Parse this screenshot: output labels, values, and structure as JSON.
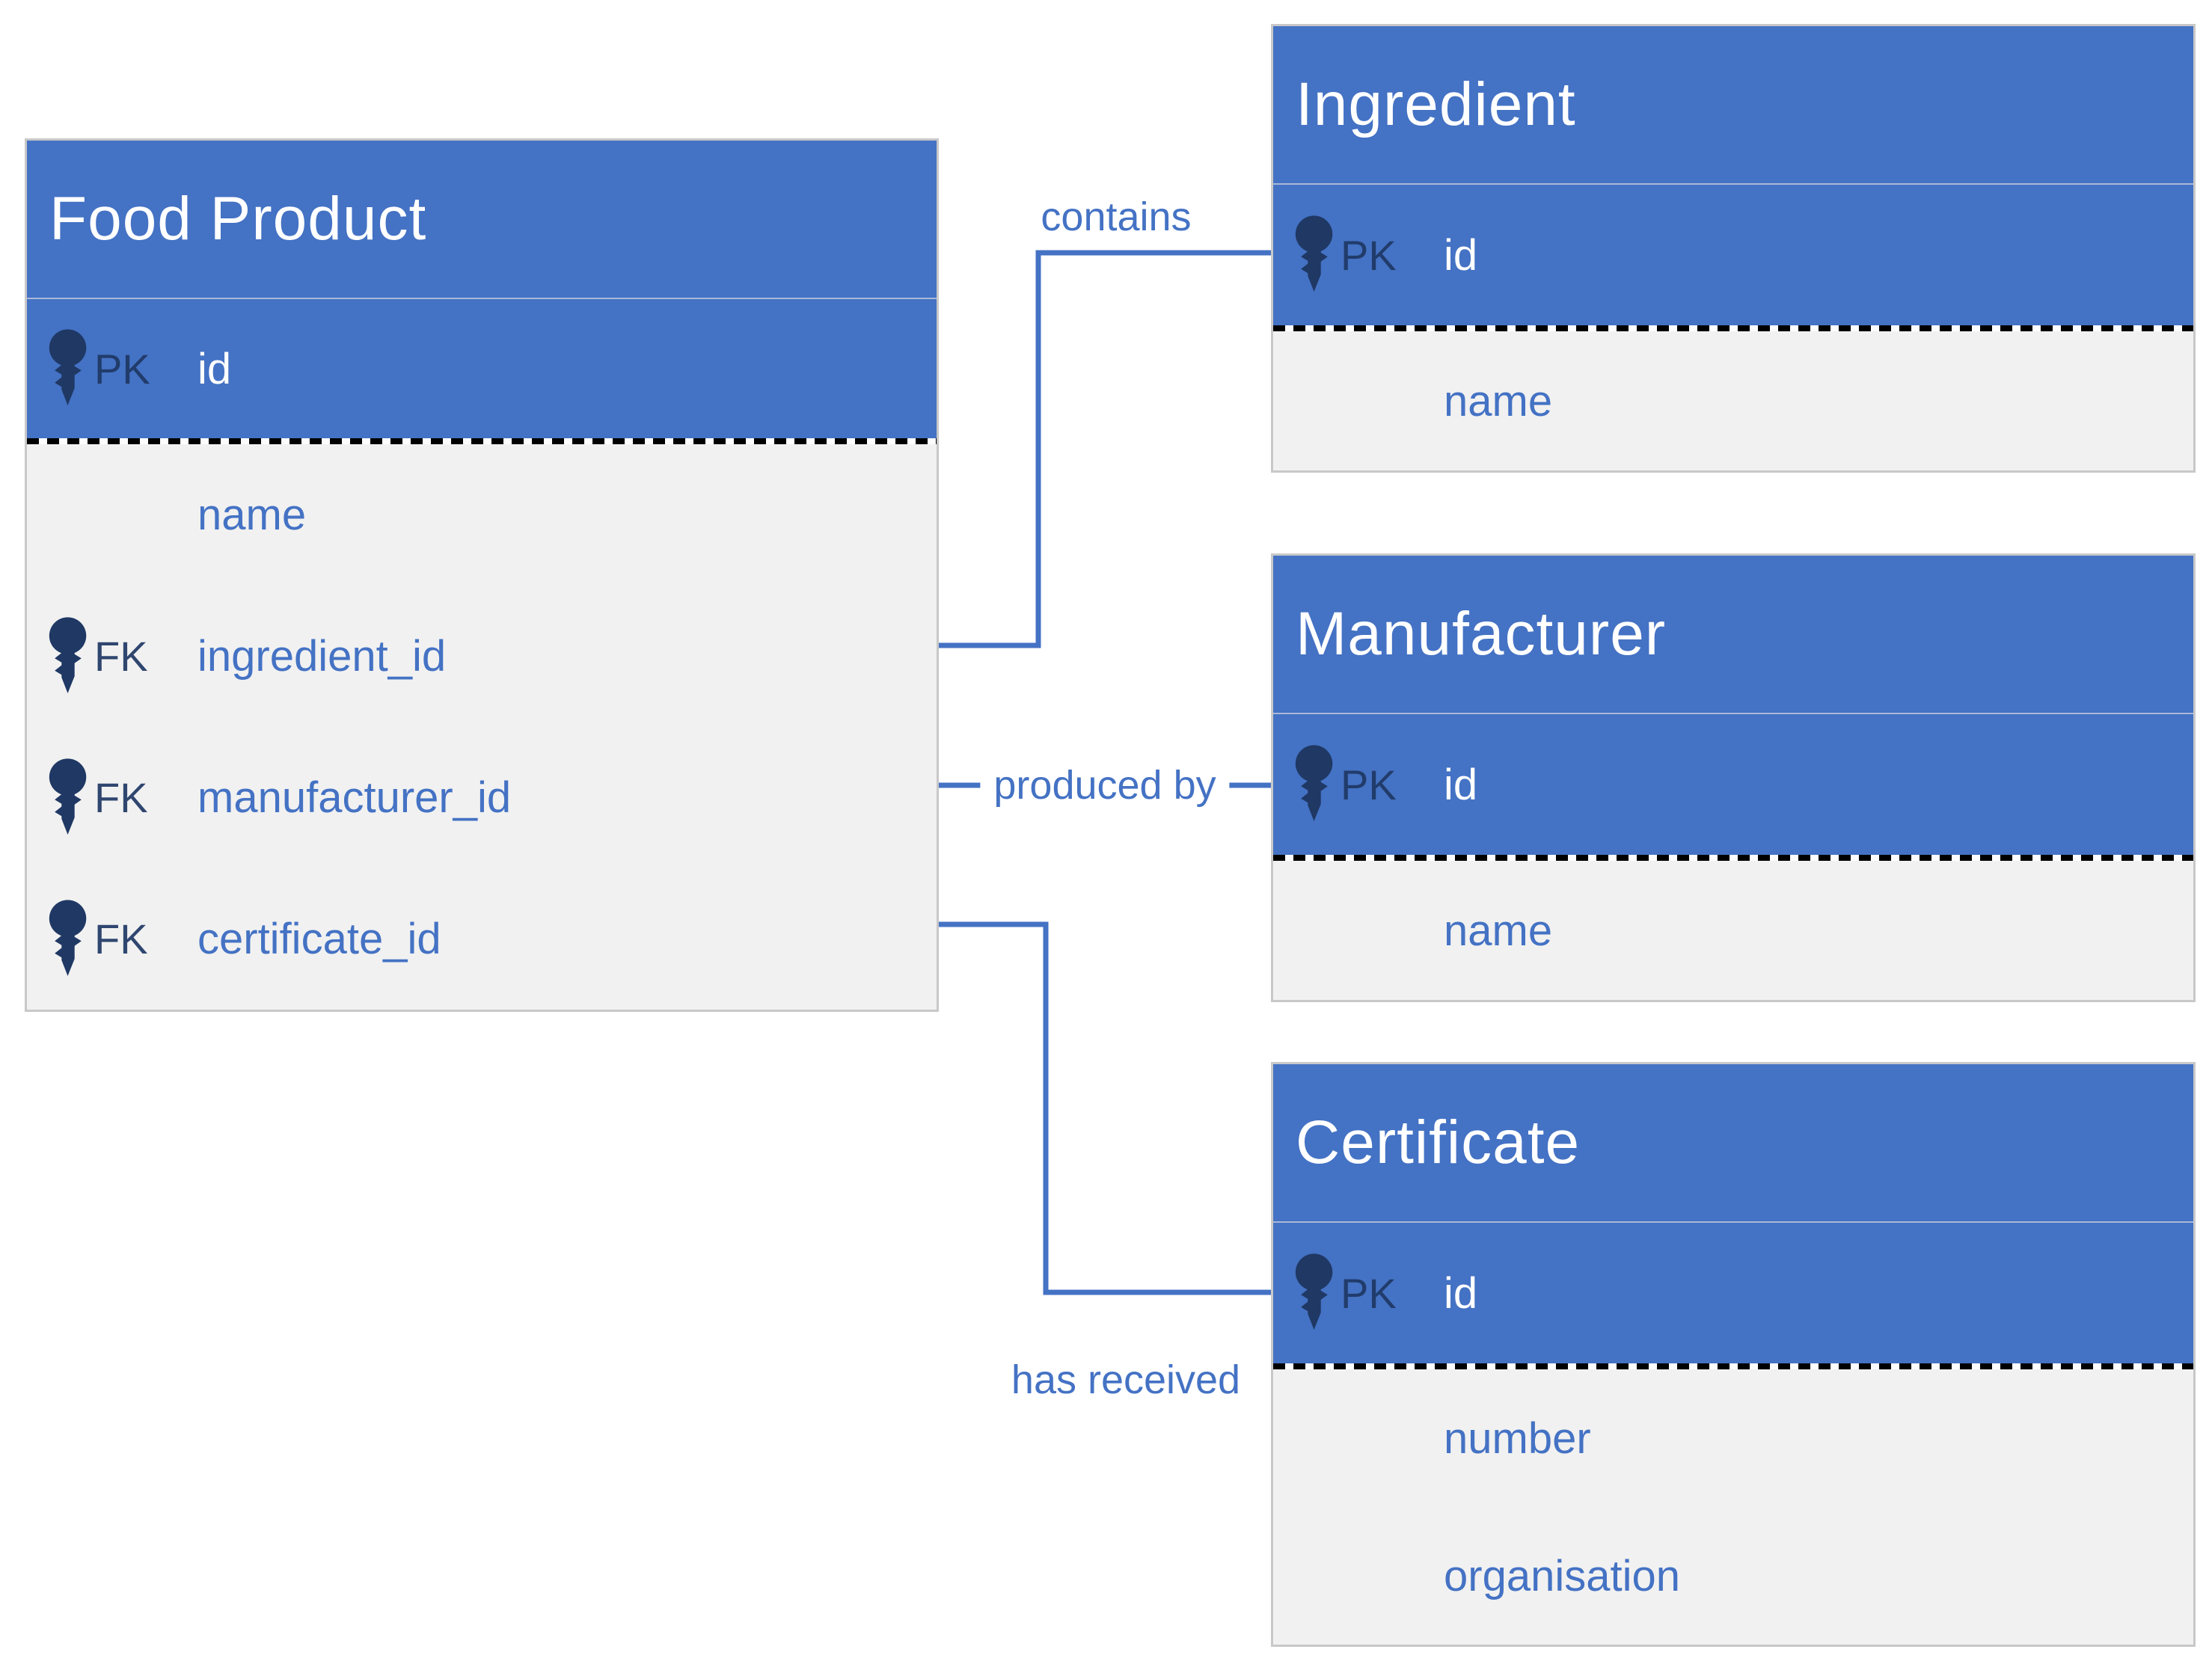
{
  "tables": [
    {
      "name": "Food Product",
      "pk_label": "PK",
      "pk_field": "id",
      "fields": [
        {
          "key_label": "",
          "name": "name"
        },
        {
          "key_label": "FK",
          "name": "ingredient_id"
        },
        {
          "key_label": "FK",
          "name": "manufacturer_id"
        },
        {
          "key_label": "FK",
          "name": "certificate_id"
        }
      ]
    },
    {
      "name": "Ingredient",
      "pk_label": "PK",
      "pk_field": "id",
      "fields": [
        {
          "key_label": "",
          "name": "name"
        }
      ]
    },
    {
      "name": "Manufacturer",
      "pk_label": "PK",
      "pk_field": "id",
      "fields": [
        {
          "key_label": "",
          "name": "name"
        }
      ]
    },
    {
      "name": "Certificate",
      "pk_label": "PK",
      "pk_field": "id",
      "fields": [
        {
          "key_label": "",
          "name": "number"
        },
        {
          "key_label": "",
          "name": "organisation"
        }
      ]
    }
  ],
  "relationships": [
    {
      "label": "contains",
      "from": "Food Product.ingredient_id",
      "to": "Ingredient.id"
    },
    {
      "label": "produced by",
      "from": "Food Product.manufacturer_id",
      "to": "Manufacturer.id"
    },
    {
      "label": "has received",
      "from": "Food Product.certificate_id",
      "to": "Certificate.id"
    }
  ],
  "icons": {
    "primary_key": "key-icon",
    "foreign_key": "key-icon"
  },
  "colors": {
    "accent_blue": "#4472C4",
    "key_navy": "#1F3864",
    "body_gray": "#F1F1F1",
    "line_blue": "#4472C4",
    "header_text": "#FFFFFF",
    "field_text": "#4472C4",
    "separator_dash": "#000000",
    "table_border": "#C8C8C8"
  }
}
